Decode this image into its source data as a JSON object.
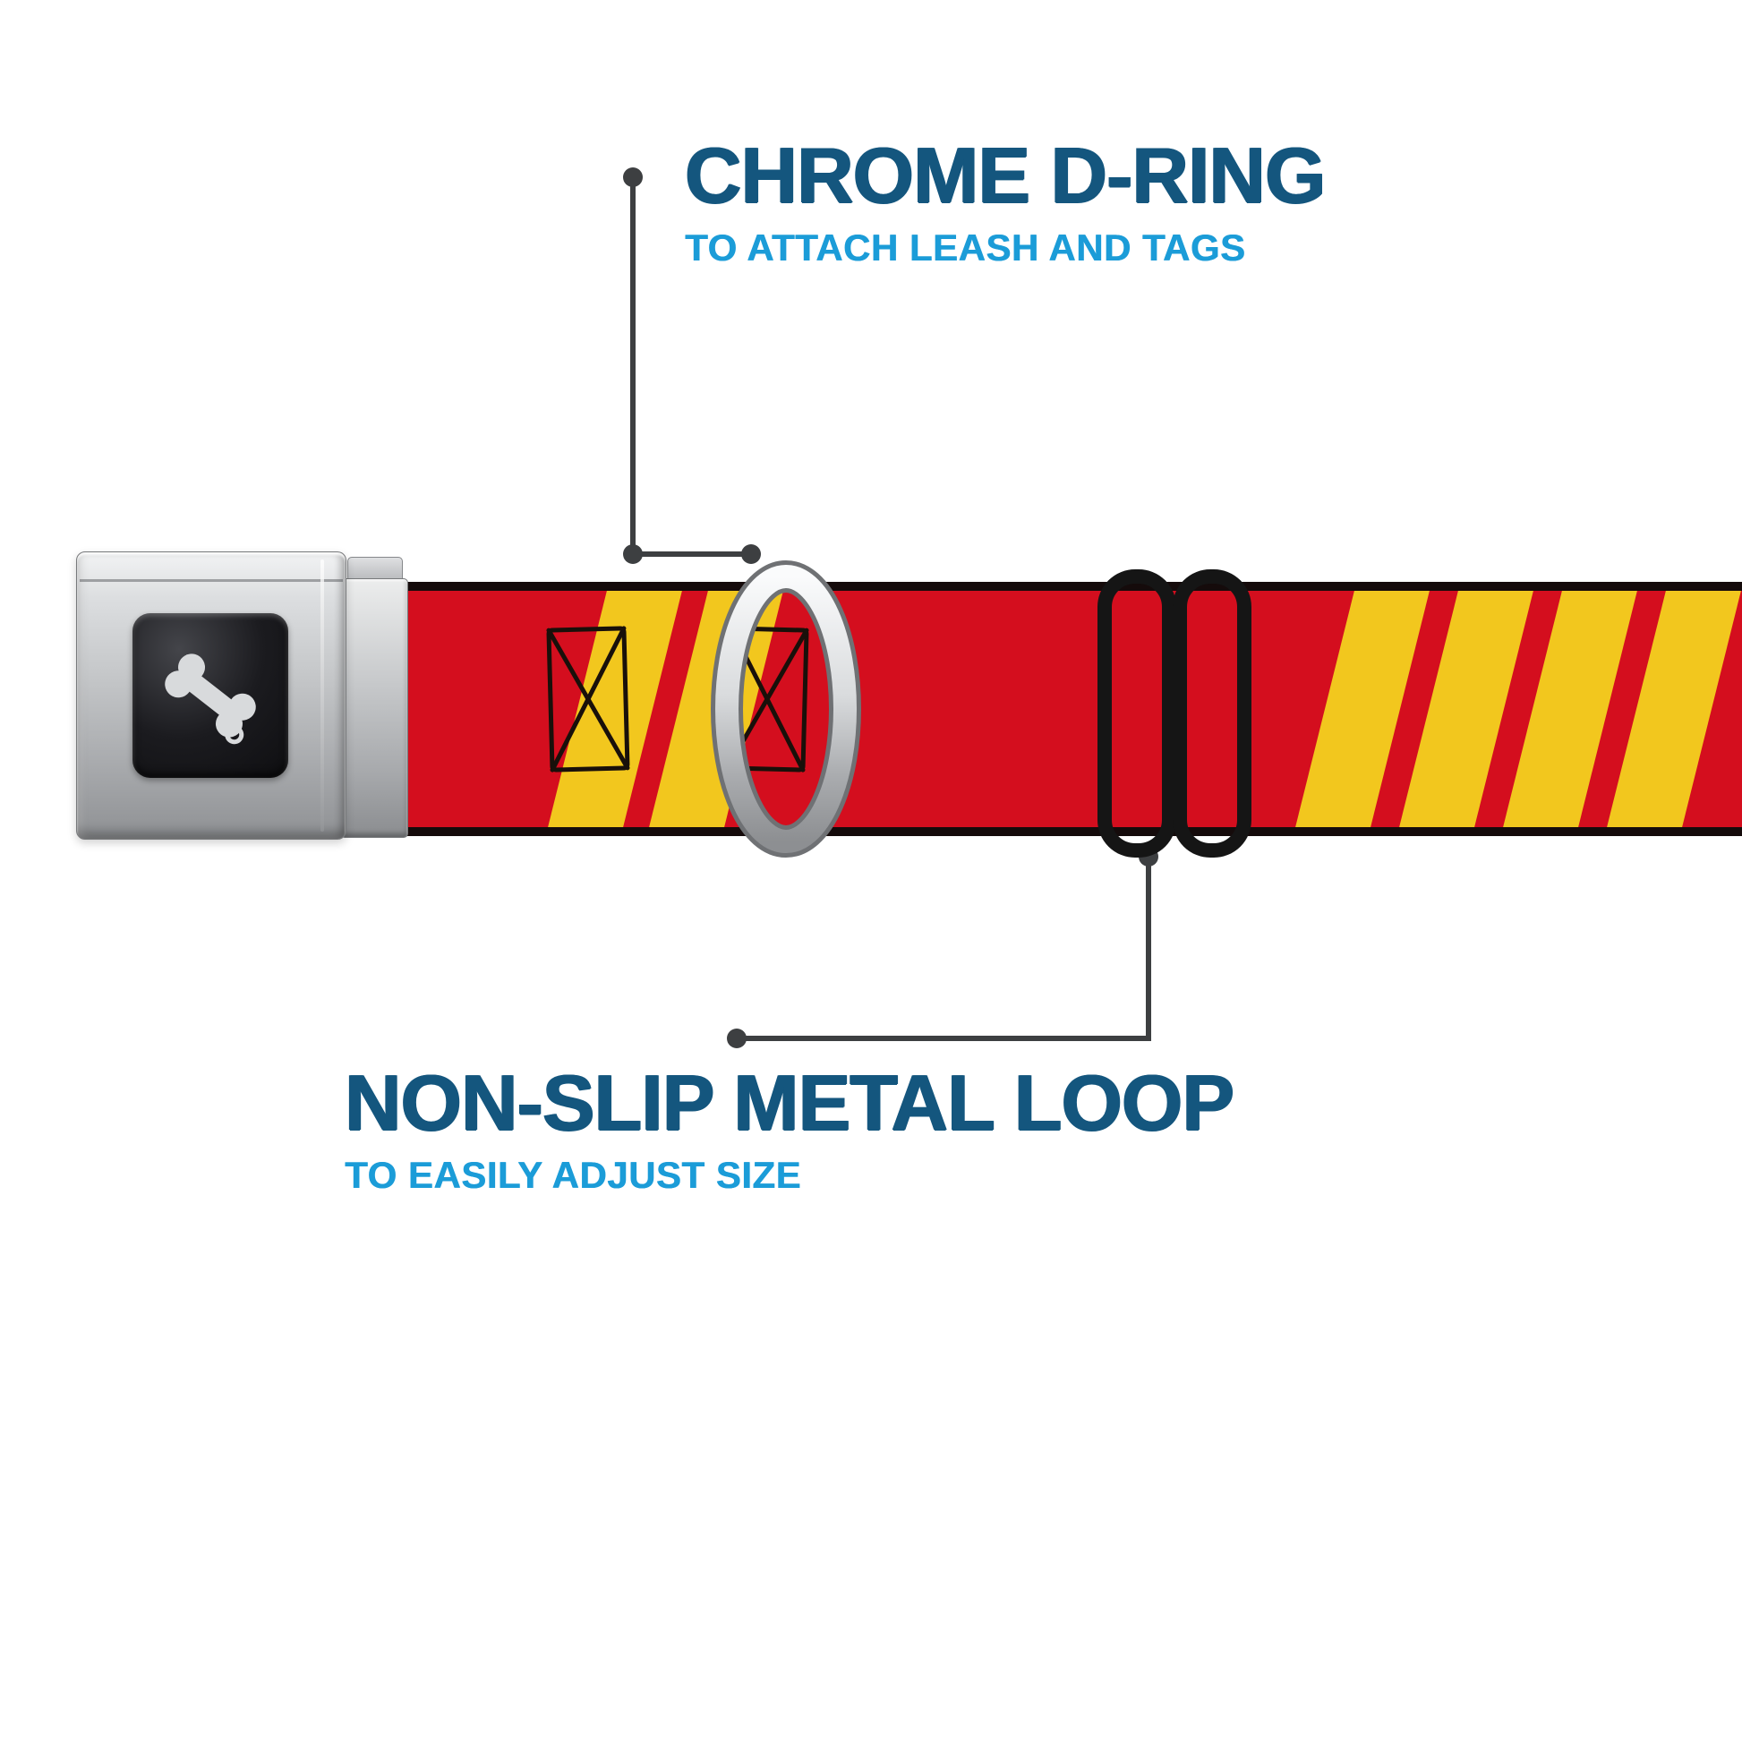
{
  "annotations": {
    "dring": {
      "title": "CHROME D-RING",
      "subtitle": "TO ATTACH LEASH AND TAGS"
    },
    "loop": {
      "title": "NON-SLIP METAL LOOP",
      "subtitle": "TO EASILY ADJUST SIZE"
    }
  },
  "colors": {
    "title_blue": "#14567E",
    "subtitle_blue": "#1B9CD8",
    "callout_gray": "#3D3F41",
    "strap_red": "#D40E1E",
    "stripe_gold": "#F2C71E",
    "strap_edge_black": "#150B0B",
    "stitch_black": "#19100A",
    "buckle_silver": "#C3C5C7",
    "logo_black": "#121214",
    "bone_white": "#D8DADC",
    "slider_black": "#151515",
    "ring_silver_light": "#FAFBFC",
    "ring_silver_dark": "#8D8F92"
  },
  "product": {
    "parts": {
      "buckle": "seatbelt-buckle",
      "logo": "bone-icon",
      "strap": "striped-webbing-strap",
      "dring": "chrome-d-ring",
      "loop": "metal-slider-loop"
    }
  }
}
